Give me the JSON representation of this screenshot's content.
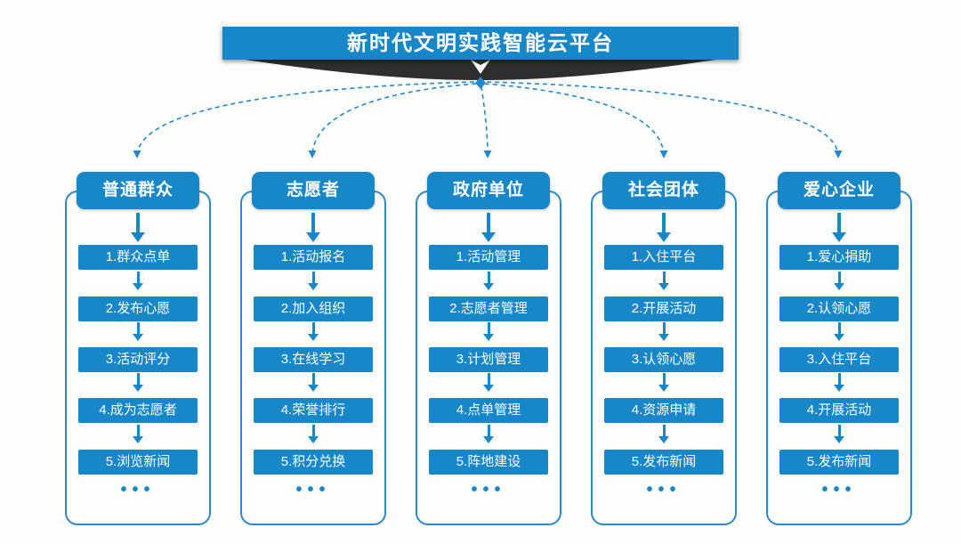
{
  "diagram": {
    "title": "新时代文明实践智能云平台",
    "more_symbol": "•••",
    "colors": {
      "primary_blue": "#1787C8",
      "dashed_blue": "#2389CD",
      "outline_blue": "#2E8AC6",
      "dark_wedge": "#2E2E2E",
      "text": "#FFFFFF",
      "background": "#FDFDFD"
    },
    "columns": [
      {
        "header": "普通群众",
        "items": [
          "1.群众点单",
          "2.发布心愿",
          "3.活动评分",
          "4.成为志愿者",
          "5.浏览新闻"
        ]
      },
      {
        "header": "志愿者",
        "items": [
          "1.活动报名",
          "2.加入组织",
          "3.在线学习",
          "4.荣誉排行",
          "5.积分兑换"
        ]
      },
      {
        "header": "政府单位",
        "items": [
          "1.活动管理",
          "2.志愿者管理",
          "3.计划管理",
          "4.点单管理",
          "5.阵地建设"
        ]
      },
      {
        "header": "社会团体",
        "items": [
          "1.入住平台",
          "2.开展活动",
          "3.认领心愿",
          "4.资源申请",
          "5.发布新闻"
        ]
      },
      {
        "header": "爱心企业",
        "items": [
          "1.爱心捐助",
          "2.认领心愿",
          "3.入住平台",
          "4.开展活动",
          "5.发布新闻"
        ]
      }
    ]
  }
}
